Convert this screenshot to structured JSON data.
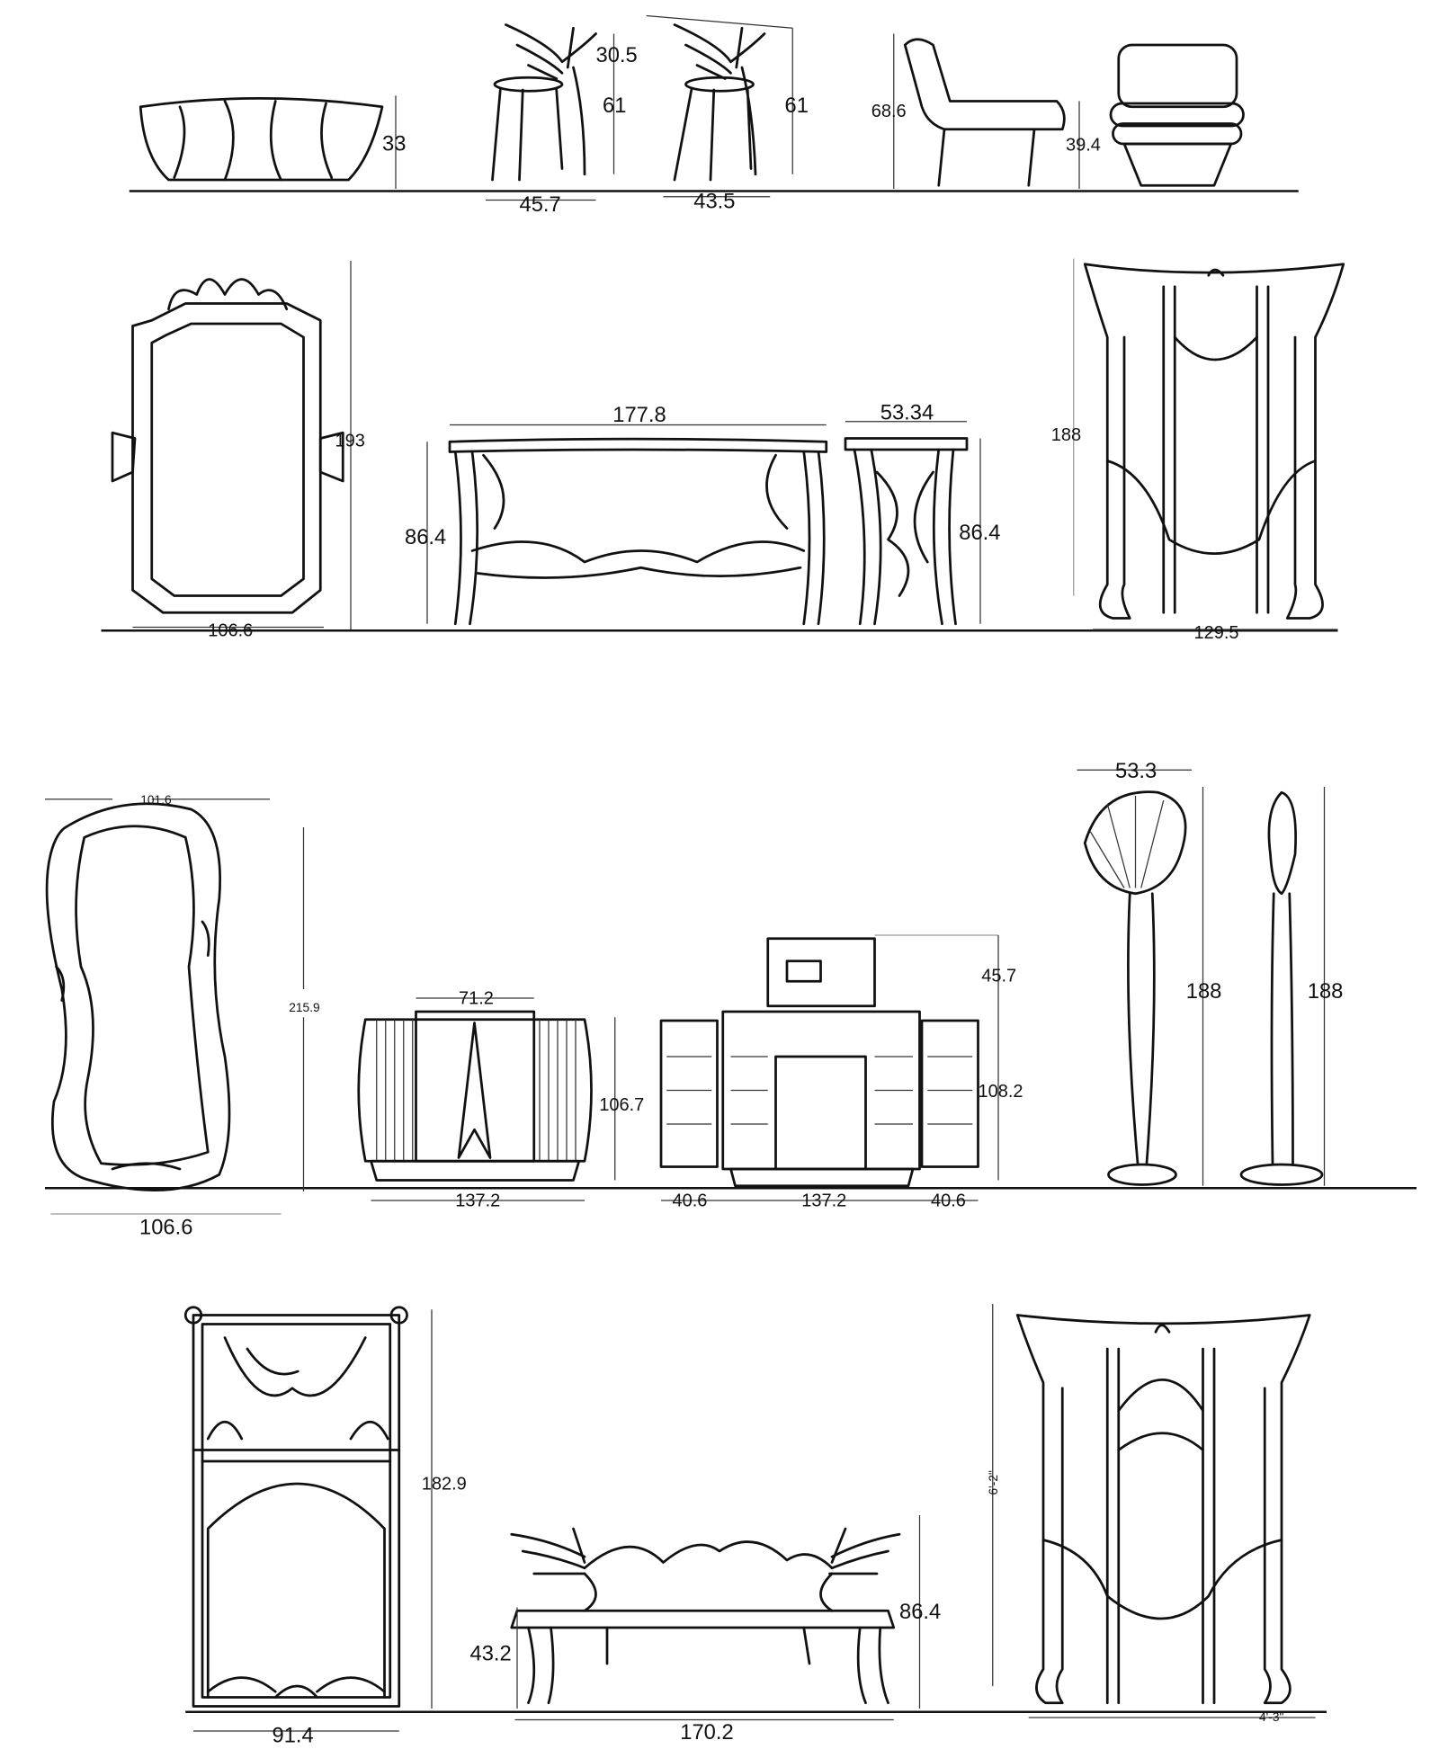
{
  "row1": {
    "ottoman_height": "33",
    "chair_back_height": "30.5",
    "chair1_height": "61",
    "chair1_width": "45.7",
    "chair2_height": "61",
    "chair2_width": "43.5",
    "lounge_height": "68.6",
    "lounge_seat_height": "39.4"
  },
  "row2": {
    "mirror_height": "193",
    "mirror_width": "106.6",
    "console_width": "177.8",
    "console_height": "86.4",
    "side_table_width": "53.34",
    "side_table_height": "86.4",
    "screen_height": "188",
    "screen_width": "129.5"
  },
  "row3": {
    "organic_mirror_top_width": "101.6",
    "organic_mirror_height": "215.9",
    "organic_mirror_width": "106.6",
    "cabinet_top_width": "71.2",
    "cabinet_height": "106.7",
    "cabinet_width": "137.2",
    "bar_top_height": "45.7",
    "bar_height": "108.2",
    "bar_left_door": "40.6",
    "bar_width": "137.2",
    "bar_right_door": "40.6",
    "lamp_width": "53.3",
    "lamp_front_height": "188",
    "lamp_side_height": "188"
  },
  "row4": {
    "wardrobe_height": "182.9",
    "wardrobe_width": "91.4",
    "bench_seat_height": "43.2",
    "bench_height": "86.4",
    "bench_width": "170.2",
    "screen_height": "6'-2\"",
    "screen_width": "4'-3\""
  }
}
